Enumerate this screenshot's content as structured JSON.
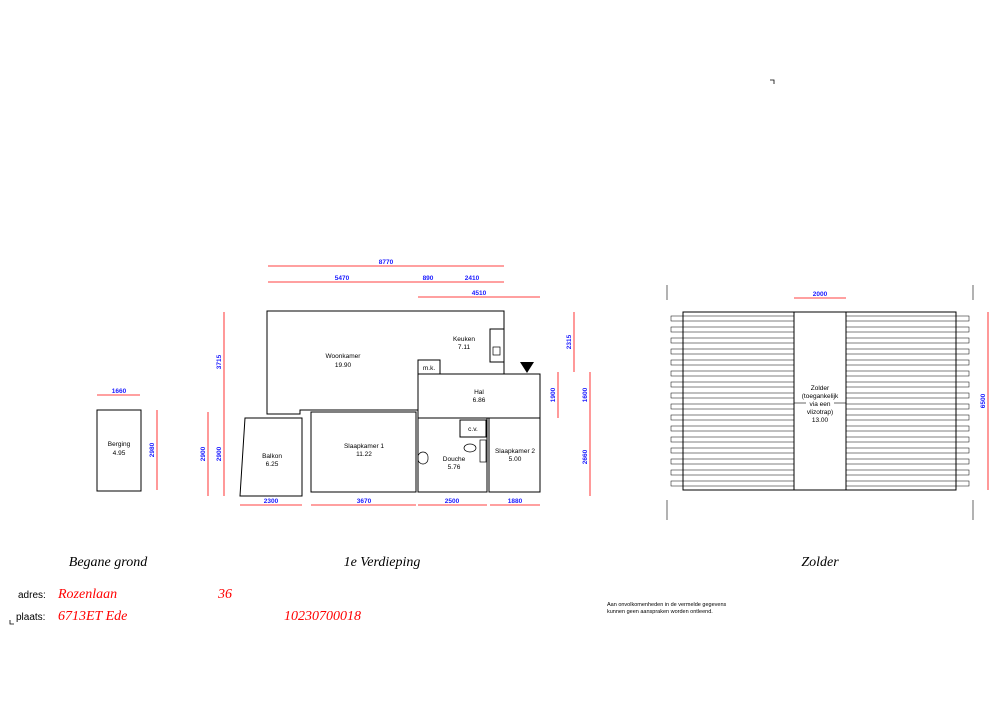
{
  "dimensions": {
    "total_width": "8770",
    "seg_5470": "5470",
    "seg_890": "890",
    "seg_2410": "2410",
    "seg_4510": "4510",
    "berging_w": "1660",
    "berging_h": "2980",
    "left_2900_a": "2900",
    "left_2900_b": "2900",
    "left_3715": "3715",
    "right_2315": "2315",
    "right_1900": "1900",
    "right_1600": "1600",
    "right_2660": "2660",
    "bottom_2300": "2300",
    "bottom_3670": "3670",
    "bottom_2500": "2500",
    "bottom_1880": "1880",
    "zolder_2000": "2000",
    "zolder_6500": "6500"
  },
  "rooms": {
    "berging": {
      "name": "Berging",
      "area": "4.95"
    },
    "woonkamer": {
      "name": "Woonkamer",
      "area": "19.90"
    },
    "keuken": {
      "name": "Keuken",
      "area": "7.11"
    },
    "mk": {
      "name": "m.k."
    },
    "hal": {
      "name": "Hal",
      "area": "6.86"
    },
    "balkon": {
      "name": "Balkon",
      "area": "6.25"
    },
    "slaapkamer1": {
      "name": "Slaapkamer 1",
      "area": "11.22"
    },
    "cv": {
      "name": "c.v."
    },
    "douche": {
      "name": "Douche",
      "area": "5.76"
    },
    "slaapkamer2": {
      "name": "Slaapkamer 2",
      "area": "5.00"
    },
    "zolder": {
      "line1": "Zolder",
      "line2": "(toegankelijk",
      "line3": "via een",
      "line4": "vlizotrap)",
      "area": "13.00"
    }
  },
  "floor_titles": {
    "begane_grond": "Begane grond",
    "verdieping": "1e Verdieping",
    "zolder": "Zolder"
  },
  "address": {
    "adres_label": "adres:",
    "street": "Rozenlaan",
    "number": "36",
    "plaats_label": "plaats:",
    "postcode_city": "6713ET  Ede",
    "reference": "10230700018"
  },
  "disclaimer": {
    "line1": "Aan onvolkomenheden in de vermelde gegevens",
    "line2": "kunnen geen aanspraken worden ontleend."
  },
  "colors": {
    "dimension_line": "#ff0000",
    "dimension_text": "#1a1aff",
    "handwritten": "#ff0000"
  }
}
